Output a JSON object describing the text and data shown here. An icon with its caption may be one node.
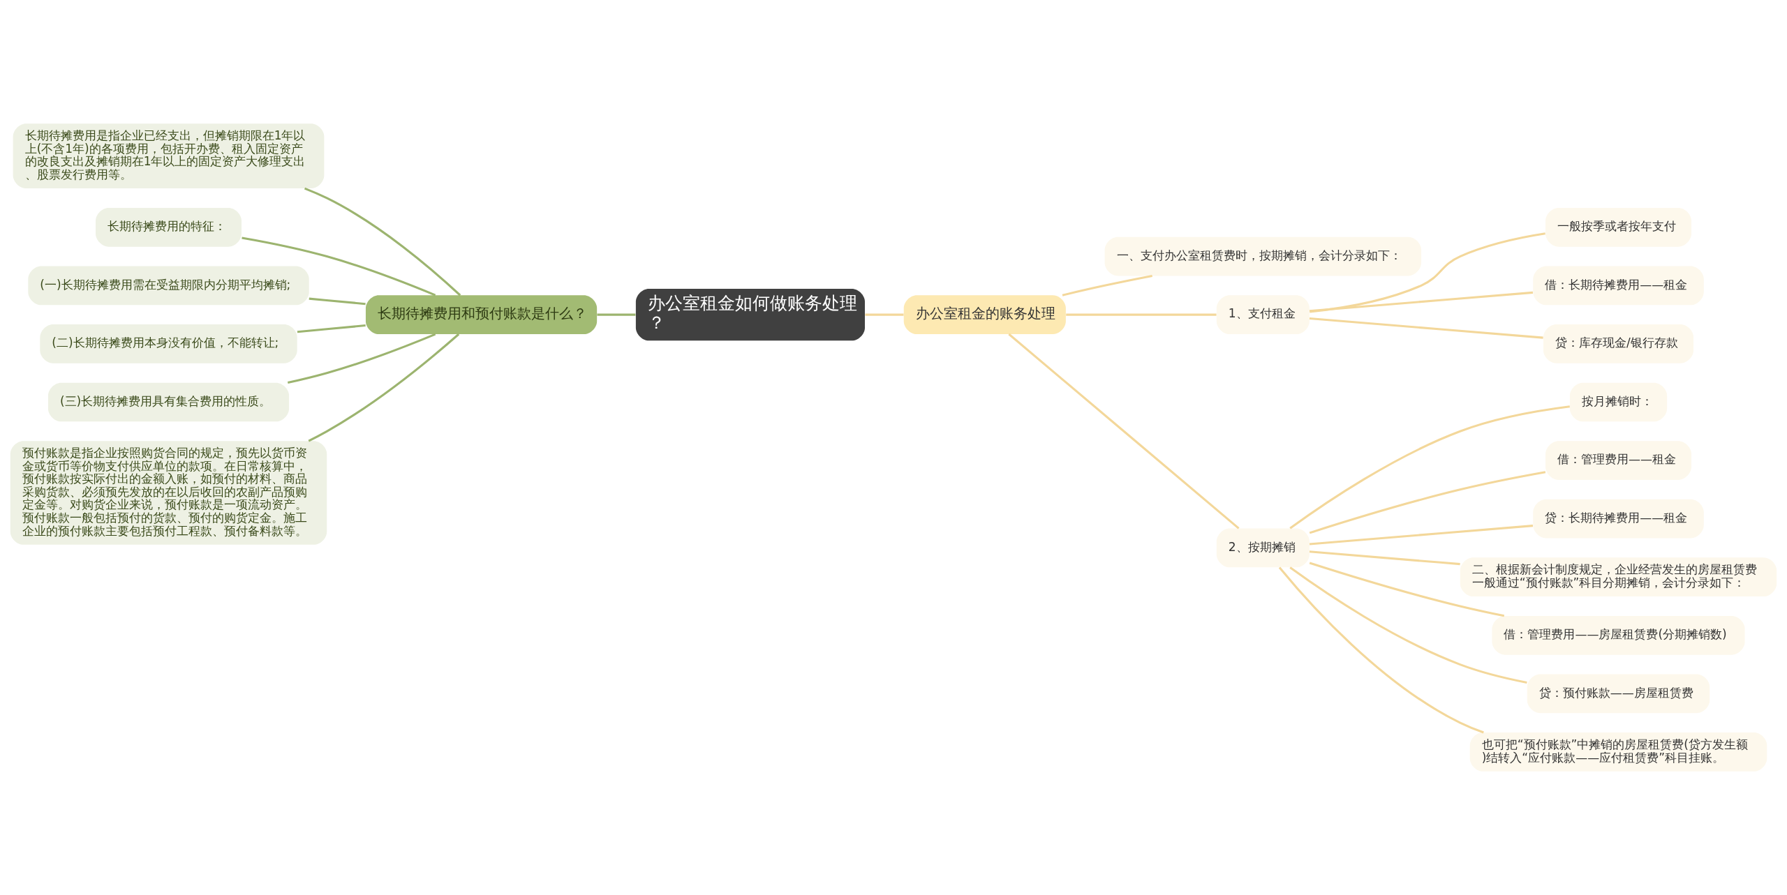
{
  "diagram": {
    "nodes": [
      {
        "text": [
          "办公室租金如何做账务处理？"
        ]
      },
      {
        "text": [
          "长期待摊费用和预付账款是什么？"
        ]
      },
      {
        "text": [
          "长期待摊费用是指企业已经支出，但摊销期限在1年以上(不含1年)的各项费用，包括开办费、租入固定资产的改良支出及摊销期在1年以上的固定资产大修理支出、股票发行费用等。"
        ]
      },
      {
        "text": [
          "长期待摊费用的特征："
        ]
      },
      {
        "text": [
          "(一)长期待摊费用需在受益期限内分期平均摊销;"
        ]
      },
      {
        "text": [
          "(二)长期待摊费用本身没有价值，不能转让;"
        ]
      },
      {
        "text": [
          "(三)长期待摊费用具有集合费用的性质。"
        ]
      },
      {
        "text": [
          "预付账款是指企业按照购货合同的规定，预先以货币资金或货币等价物支付供应单位的款项。在日常核算中，预付账款按实际付出的金额入账，如预付的材料、商品采购货款、必须预先发放的在以后收回的农副产品预购定金等。对购货企业来说，预付账款是一项流动资产。预付账款一般包括预付的货款、预付的购货定金。施工企业的预付账款主要包括预付工程款、预付备料款等。"
        ]
      },
      {
        "text": [
          "办公室租金的账务处理"
        ]
      },
      {
        "text": [
          "一、支付办公室租赁费时，按期摊销，会计分录如下："
        ]
      },
      {
        "text": [
          "1、支付租金"
        ]
      },
      {
        "text": [
          "一般按季或者按年支付"
        ]
      },
      {
        "text": [
          "借：长期待摊费用——租金"
        ]
      },
      {
        "text": [
          "贷：库存现金/银行存款"
        ]
      },
      {
        "text": [
          "2、按期摊销"
        ]
      },
      {
        "text": [
          "按月摊销时："
        ]
      },
      {
        "text": [
          "借：管理费用——租金"
        ]
      },
      {
        "text": [
          "贷：长期待摊费用——租金"
        ]
      },
      {
        "text": [
          "二、根据新会计制度规定，企业经营发生的房屋租赁费一般通过“预付账款”科目分期摊销，会计分录如下："
        ]
      },
      {
        "text": [
          "借：管理费用——房屋租赁费(分期摊销数)"
        ]
      },
      {
        "text": [
          "贷：预付账款——房屋租赁费"
        ]
      },
      {
        "text": [
          "也可把“预付账款”中摊销的房屋租赁费(贷方发生额)结转入“应付账款——应付租赁费”科目挂账。"
        ]
      }
    ],
    "edges": [
      {
        "from": 0,
        "to": 1,
        "arrow": "none",
        "color": "#9cb46f"
      },
      {
        "from": 1,
        "to": 2,
        "arrow": "none",
        "color": "#9cb46f"
      },
      {
        "from": 1,
        "to": 3,
        "arrow": "none",
        "color": "#9cb46f"
      },
      {
        "from": 1,
        "to": 4,
        "arrow": "none",
        "color": "#9cb46f"
      },
      {
        "from": 1,
        "to": 5,
        "arrow": "none",
        "color": "#9cb46f"
      },
      {
        "from": 1,
        "to": 6,
        "arrow": "none",
        "color": "#9cb46f"
      },
      {
        "from": 1,
        "to": 7,
        "arrow": "none",
        "color": "#9cb46f"
      },
      {
        "from": 0,
        "to": 8,
        "arrow": "none"
      },
      {
        "from": 8,
        "to": 9,
        "arrow": "none"
      },
      {
        "from": 8,
        "to": 10,
        "arrow": "none"
      },
      {
        "from": 8,
        "to": 14,
        "arrow": "none"
      },
      {
        "from": 10,
        "to": 11,
        "arrow": "none"
      },
      {
        "from": 10,
        "to": 12,
        "arrow": "none"
      },
      {
        "from": 10,
        "to": 13,
        "arrow": "none"
      },
      {
        "from": 14,
        "to": 15,
        "arrow": "none"
      },
      {
        "from": 14,
        "to": 16,
        "arrow": "none"
      },
      {
        "from": 14,
        "to": 17,
        "arrow": "none"
      },
      {
        "from": 14,
        "to": 18,
        "arrow": "none"
      },
      {
        "from": 14,
        "to": 19,
        "arrow": "none"
      },
      {
        "from": 14,
        "to": 20,
        "arrow": "none"
      },
      {
        "from": 14,
        "to": 21,
        "arrow": "none"
      }
    ]
  }
}
